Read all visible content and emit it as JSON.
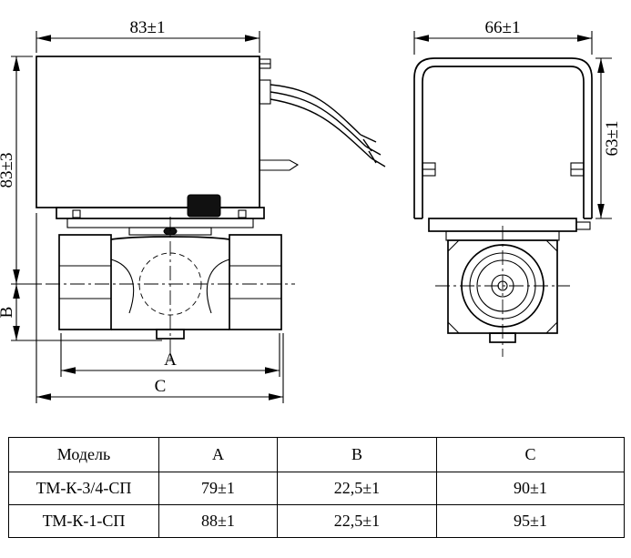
{
  "drawing": {
    "dims": {
      "top_left": "83±1",
      "top_right": "66±1",
      "left_height": "83±3",
      "right_height": "63±1",
      "b": "B",
      "a": "A",
      "c": "C"
    }
  },
  "table": {
    "headers": {
      "model": "Модель",
      "a": "A",
      "b": "B",
      "c": "C"
    },
    "rows": [
      {
        "model": "ТМ-К-3/4-СП",
        "a": "79±1",
        "b": "22,5±1",
        "c": "90±1"
      },
      {
        "model": "ТМ-К-1-СП",
        "a": "88±1",
        "b": "22,5±1",
        "c": "95±1"
      }
    ]
  }
}
